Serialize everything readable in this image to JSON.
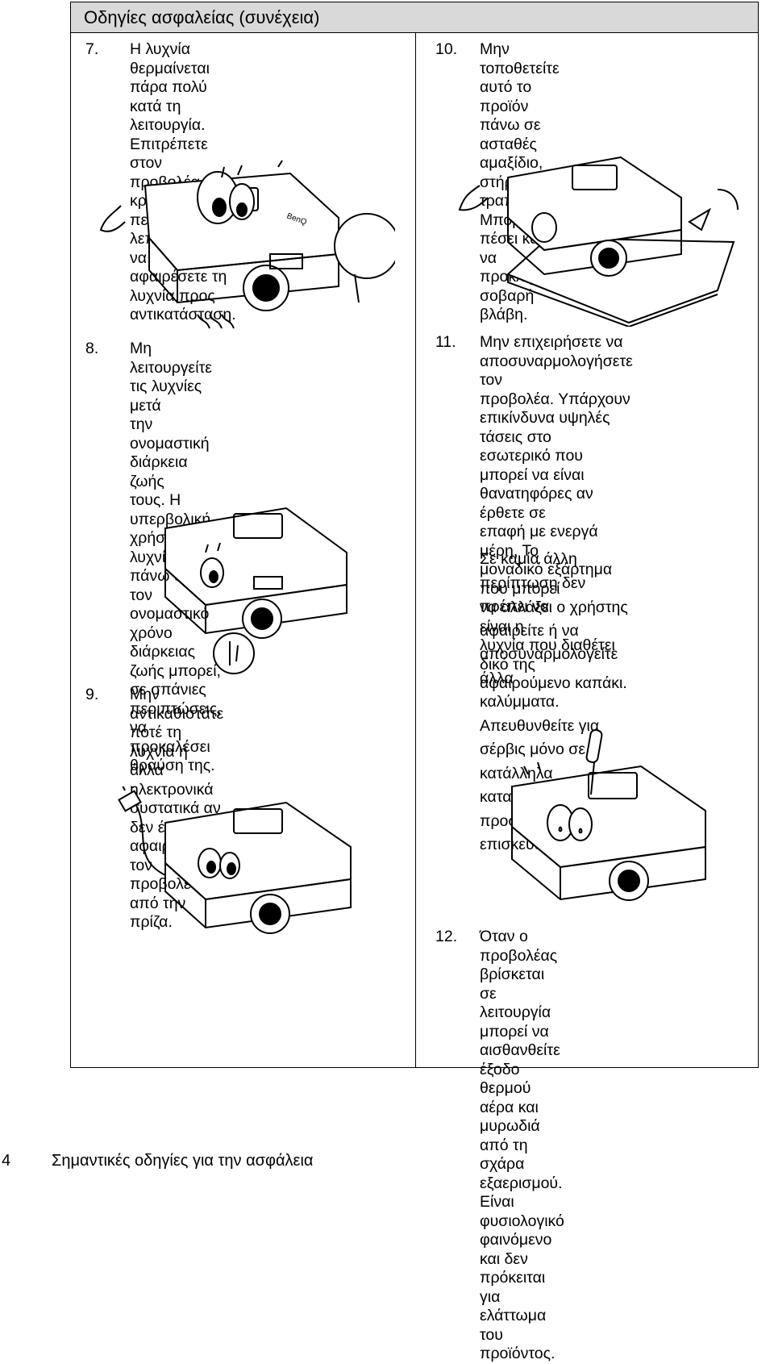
{
  "header": {
    "title": "Οδηγίες ασφαλείας (συνέχεια)"
  },
  "items": [
    {
      "num": "7.",
      "text": "Η λυχνία θερμαίνεται πάρα πολύ\nκατά τη λειτουργία. Επιτρέπετε\nστον προβολέα να κρυώνει για\nπερίπου 45 λεπτά προτού να\nαφαιρέσετε τη λυχνία προς\nαντικατάσταση."
    },
    {
      "num": "8.",
      "text": "Μη λειτουργείτε τις λυχνίες μετά\nτην ονομαστική διάρκεια ζωής\nτους. Η υπερβολική χρήση της\nλυχνίας πάνω από τον\nονομαστικό χρόνο διάρκειας\nζωής μπορεί, σε σπάνιες\nπεριπτώσεις, να προκαλέσει\nθραύση της."
    },
    {
      "num": "9.",
      "text": "Μην αντικαθιστάτε ποτέ τη\nλυχνία ή άλλα ηλεκτρονικά\nσυστατικά αν δεν έχετε\nαφαιρέσει τον προβολέα από την\nπρίζα."
    },
    {
      "num": "10.",
      "text": "Μην τοποθετείτε αυτό το προϊόν\nπάνω σε ασταθές αμαξίδιο,\nστήριγμα ή τραπέζι. Μπορεί να\nπέσει και να προκληθεί σοβαρή\nβλάβη."
    },
    {
      "num": "11.",
      "text": "Μην επιχειρήσετε να\nαποσυναρμολογήσετε τον\nπροβολέα. Υπάρχουν\nεπικίνδυνα υψηλές τάσεις στο\nεσωτερικό που μπορεί να είναι\nθανατηφόρες αν έρθετε σε\nεπαφή με ενεργά μέρη. Το\nμοναδικό εξάρτημα που μπορεί\nνα αλλάξει ο χρήστης είναι η\nλυχνία που διαθέτει δικό της\nαφαιρούμενο καπάκι."
    },
    {
      "num": "",
      "text": "Σε καμία άλλη περίπτωση δεν\nπρέπει να αφαιρείτε ή να\nαποσυναρμολογείτε άλλα\nκαλύμματα. Απευθυνθείτε για\nσέρβις μόνο σε κατάλληλα\nκαταρτισμένο προσωπικό\nεπισκευών."
    },
    {
      "num": "12.",
      "text": "Όταν ο προβολέας βρίσκεται σε\nλειτουργία μπορεί να αισθανθείτε\nέξοδο θερμού αέρα και μυρωδιά\nαπό τη σχάρα εξαερισμού. Είναι\nφυσιολογικό φαινόμενο και δεν\nπρόκειται για ελάττωμα του\nπροϊόντος."
    }
  ],
  "illustrations": {
    "brand": "BenQ",
    "icons": [
      "projector-hot-illustration",
      "projector-lamp-life-illustration",
      "projector-unplug-illustration",
      "projector-unstable-cart-illustration",
      "projector-disassemble-illustration"
    ]
  },
  "footer": {
    "page_number": "4",
    "section_title": "Σημαντικές οδηγίες για την ασφάλεια"
  }
}
